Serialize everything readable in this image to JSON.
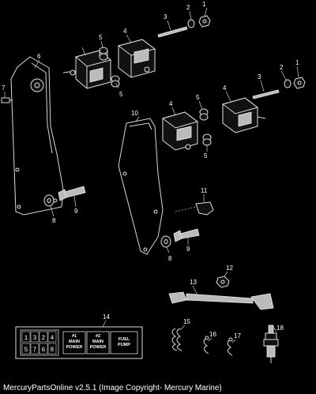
{
  "diagram": {
    "callouts": [
      "1",
      "2",
      "3",
      "4",
      "5",
      "6",
      "7",
      "8",
      "9",
      "10",
      "11",
      "12",
      "13",
      "14",
      "15",
      "16",
      "17",
      "18"
    ],
    "decal": {
      "key_numbers": [
        "1",
        "3",
        "2",
        "4",
        "5",
        "7",
        "6",
        "8"
      ],
      "key_labels": [
        {
          "line1": "#1",
          "line2": "MAIN",
          "line3": "POWER"
        },
        {
          "line1": "#2",
          "line2": "MAIN",
          "line3": "POWER"
        },
        {
          "line1": "FUEL",
          "line2": "PUMP",
          "line3": ""
        }
      ]
    }
  },
  "footer": {
    "text": "MercuryPartsOnline v2.5.1 (Image Copyright- Mercury Marine)"
  },
  "colors": {
    "background": "#000000",
    "line": "#d8d8d8",
    "text": "#ffffff"
  }
}
